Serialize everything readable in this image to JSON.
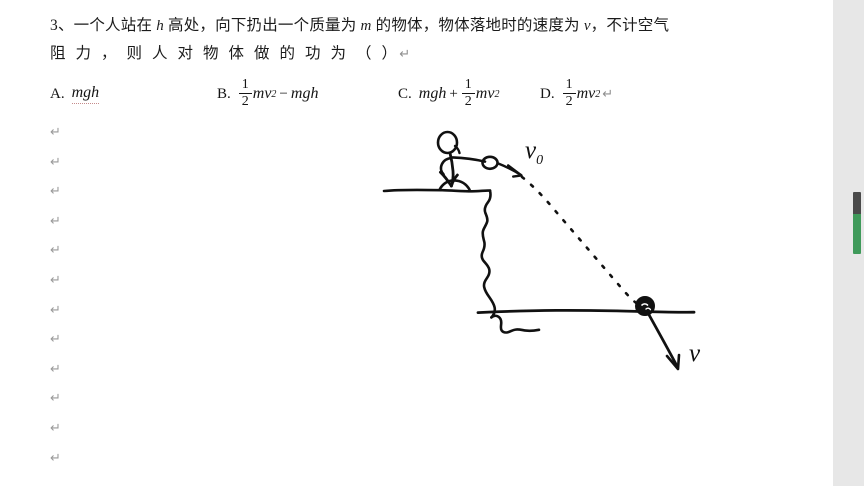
{
  "document": {
    "question": {
      "number": "3、",
      "line1_part1": "一个人站在 ",
      "line1_var_h": "h",
      "line1_part2": " 高处，向下扔出一个质量为 ",
      "line1_var_m": "m",
      "line1_part3": " 的物体，物体落地时的速度为 ",
      "line1_var_v": "v",
      "line1_part4": "，不计空气",
      "line2_part1": "阻力，则人对物体做的功为（",
      "line2_part2": "）",
      "line2_pilcrow": "↵"
    },
    "options": [
      {
        "letter": "A.",
        "expression": "mgh",
        "form": "plain",
        "terms": [
          "mgh"
        ]
      },
      {
        "letter": "B.",
        "expression": "1/2 mv² − mgh",
        "form": "fraction-lead",
        "numerator": "1",
        "denominator": "2",
        "body": "mv",
        "power": "2",
        "operator": "−",
        "tail": "mgh"
      },
      {
        "letter": "C.",
        "expression": "mgh + 1/2 mv²",
        "form": "fraction-trail",
        "head": "mgh",
        "operator": "+",
        "numerator": "1",
        "denominator": "2",
        "body": "mv",
        "power": "2"
      },
      {
        "letter": "D.",
        "expression": "1/2 mv²",
        "form": "fraction-lead",
        "numerator": "1",
        "denominator": "2",
        "body": "mv",
        "power": "2",
        "operator": "",
        "tail": "",
        "pilcrow": "↵"
      }
    ],
    "empty_paragraph_marks": [
      "↵",
      "↵",
      "↵",
      "↵",
      "↵",
      "↵",
      "↵",
      "↵",
      "↵",
      "↵",
      "↵",
      "↵"
    ]
  },
  "figure": {
    "caption": "",
    "labels": {
      "initial_velocity": "v",
      "initial_velocity_sub": "0",
      "final_velocity": "v"
    },
    "elements": {
      "thrower": "stick-figure",
      "cliff_top_line": "cliff-edge",
      "cliff_face": "rock-face",
      "ground_line": "ground",
      "trajectory": "dashed-parabola",
      "ball": "projectile-ball",
      "throw_arrow": "initial-velocity-arrow",
      "landing_arrow": "final-velocity-arrow"
    }
  },
  "scrollbar": {
    "position_percent": 40,
    "thumb_top_color": "#4a4a4a",
    "thumb_bottom_color": "#3f9a5a"
  },
  "colors": {
    "page_background": "#ffffff",
    "app_background": "#e7e7e7",
    "text": "#1b1b1b",
    "pilcrow": "#9a9a9a",
    "ink": "#111111"
  }
}
